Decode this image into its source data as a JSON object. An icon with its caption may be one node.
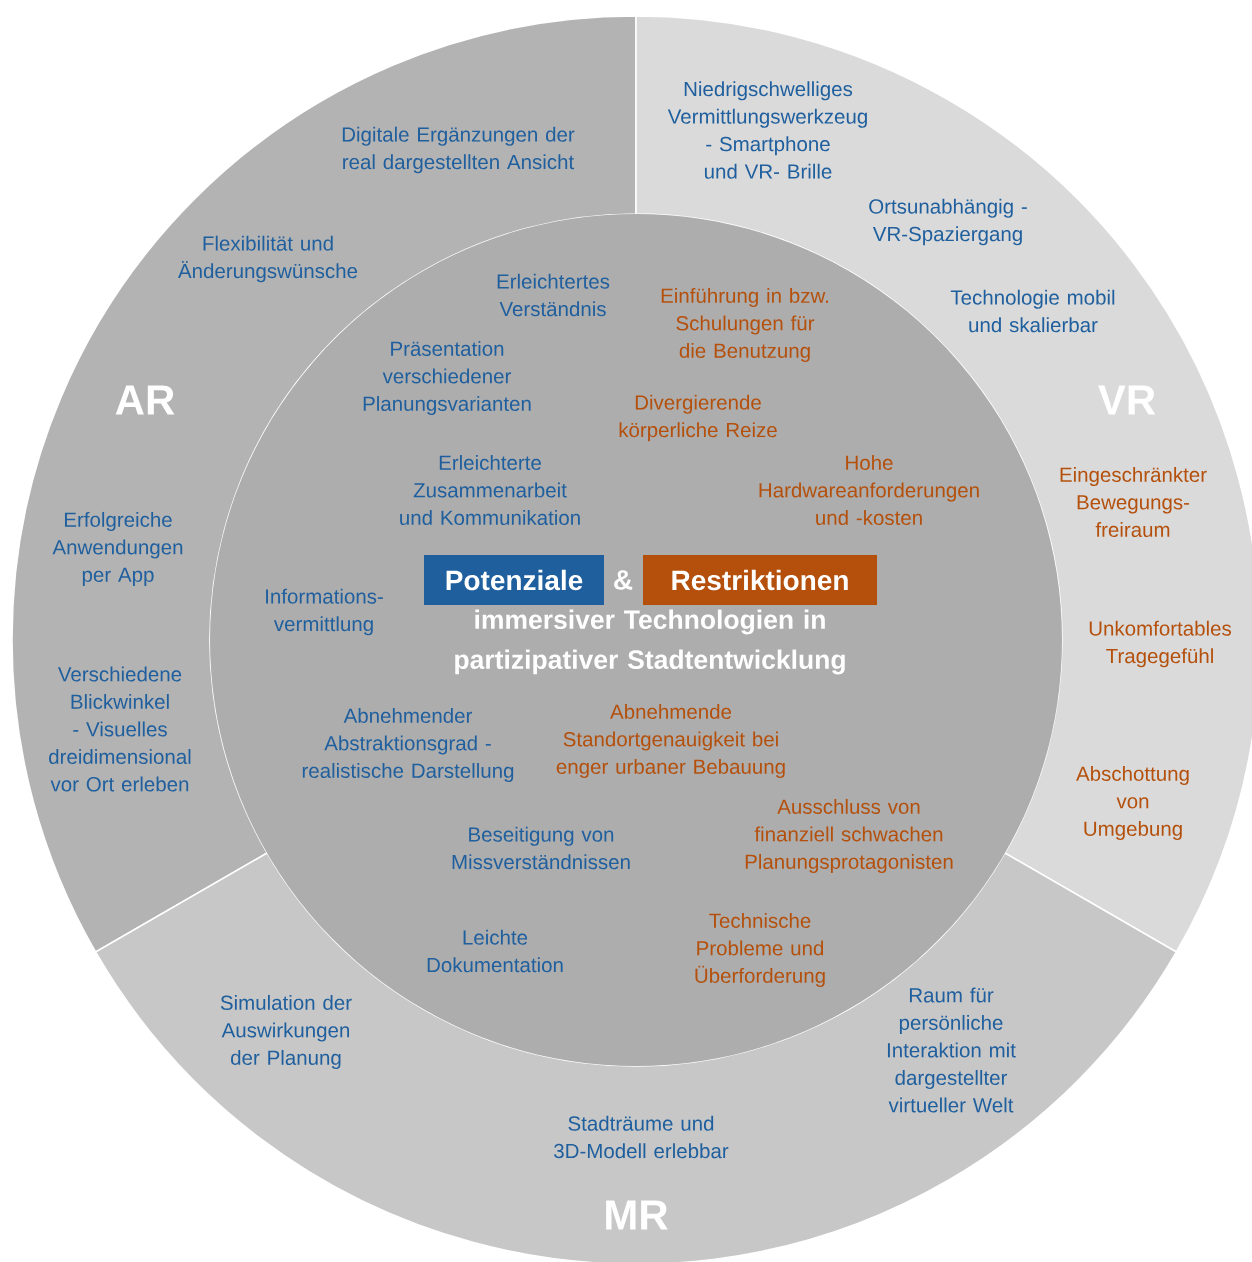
{
  "diagram": {
    "nodes": [
      {
        "text": [
          "AR",
          "Digitale Ergänzungen der real dargestellten Ansicht",
          "Flexibilität und Änderungswünsche",
          "Erfolgreiche Anwendungen per App",
          "Verschiedene Blickwinkel - Visuelles dreidimensional vor Ort erleben"
        ]
      },
      {
        "text": [
          "VR",
          "Niedrigschwelliges Vermittlungswerkzeug - Smartphone und VR- Brille",
          "Ortsunabhängig - VR-Spaziergang",
          "Technologie mobil und skalierbar",
          "Eingeschränkter Bewegungs- freiraum",
          "Unkomfortables Tragegefühl",
          "Abschottung von Umgebung"
        ]
      },
      {
        "text": [
          "MR",
          "Simulation der Auswirkungen der Planung",
          "Stadträume und 3D-Modell erlebbar",
          "Raum für persönliche Interaktion mit dargestellter virtueller Welt"
        ]
      },
      {
        "text": [
          "Erleichtertes Verständnis",
          "Einführung in bzw. Schulungen für die Benutzung",
          "Präsentation verschiedener Planungsvarianten",
          "Divergierende körperliche Reize",
          "Erleichterte Zusammenarbeit und Kommunikation",
          "Hohe Hardwareanforderungen und -kosten",
          "&",
          "Informations- vermittlung",
          "immersiver Technologien in partizipativer Stadtentwicklung",
          "Abnehmender Abstraktionsgrad - realistische Darstellung",
          "Abnehmende Standortgenauigkeit bei enger urbaner Bebauung",
          "Beseitigung von Missverständnissen",
          "Ausschluss von finanziell schwachen Planungsprotagonisten",
          "Technische Probleme und Überforderung",
          "Leichte Dokumentation"
        ]
      },
      {
        "text": [
          "Potenziale"
        ],
        "in": 3
      },
      {
        "text": [
          "Restriktionen"
        ],
        "in": 3
      }
    ]
  }
}
